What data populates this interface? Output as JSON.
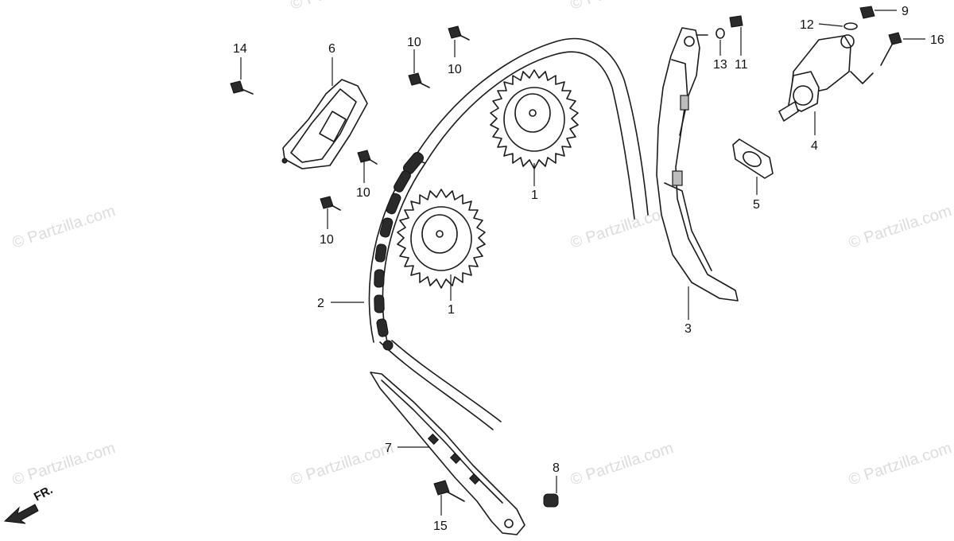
{
  "watermark_text": "© Partzilla.com",
  "direction_label": "FR.",
  "callouts": [
    "1",
    "1",
    "2",
    "3",
    "4",
    "5",
    "6",
    "7",
    "8",
    "9",
    "10",
    "10",
    "10",
    "10",
    "11",
    "12",
    "13",
    "14",
    "15",
    "16"
  ]
}
